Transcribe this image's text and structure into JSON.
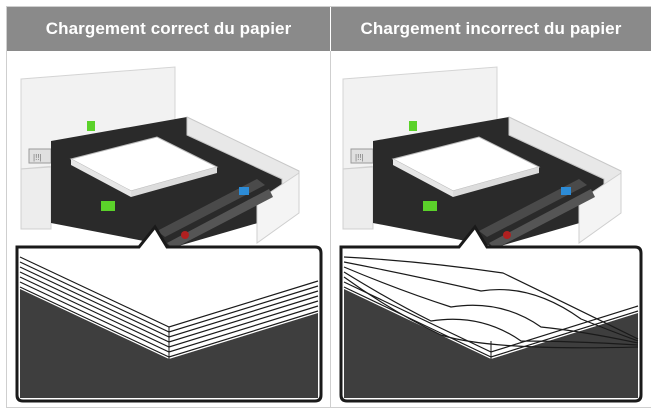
{
  "columns": [
    {
      "header": "Chargement correct du papier",
      "icon": "correct-paper-loading-illustration"
    },
    {
      "header": "Chargement incorrect du papier",
      "icon": "incorrect-paper-loading-illustration"
    }
  ],
  "colors": {
    "header_bg": "#8a8a8a",
    "header_text": "#ffffff",
    "tray_accent_green": "#5bd22a",
    "tray_accent_blue": "#2c8bd6",
    "stack_dark": "#3e3e3e"
  }
}
